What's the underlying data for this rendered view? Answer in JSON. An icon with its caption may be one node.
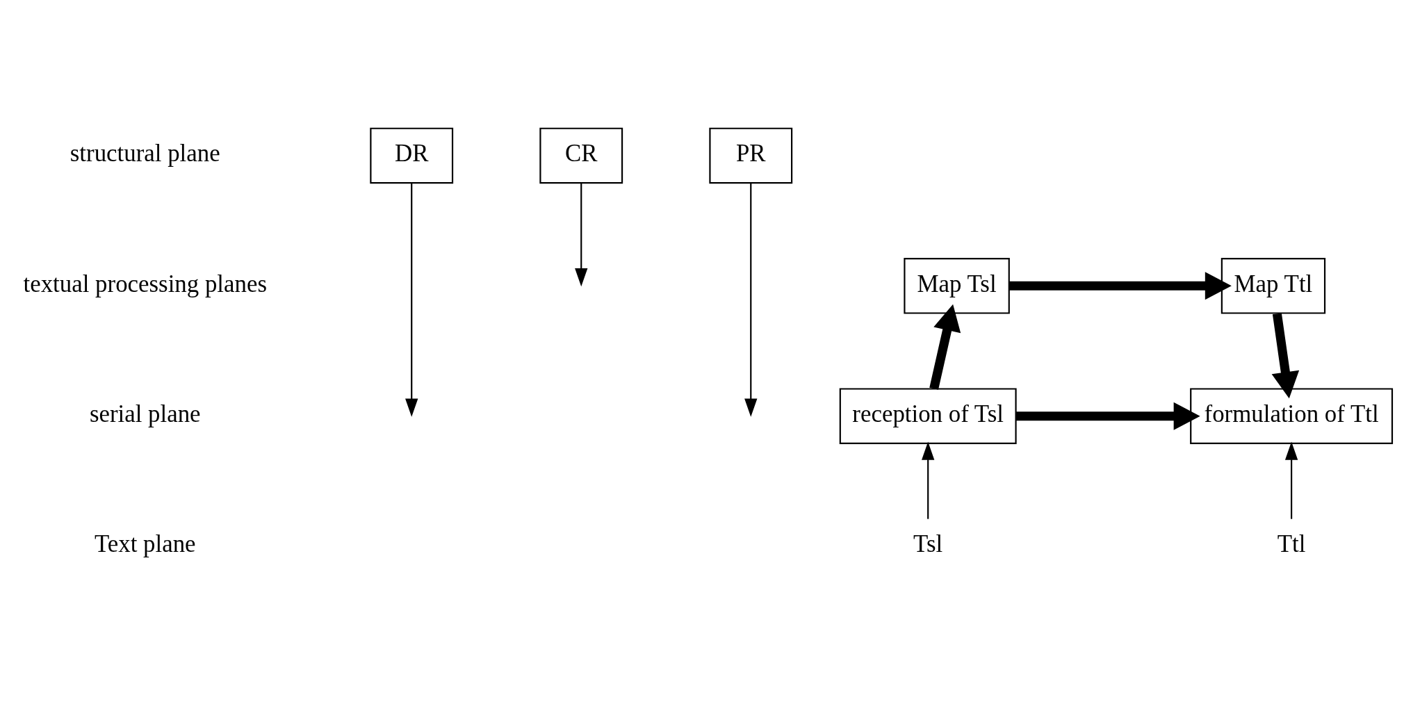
{
  "diagram": {
    "nodes": [
      {
        "text": [
          "DR"
        ]
      },
      {
        "text": [
          "CR"
        ]
      },
      {
        "text": [
          "PR"
        ]
      },
      {
        "text": [
          "Map Tsl"
        ]
      },
      {
        "text": [
          "Map Ttl"
        ]
      },
      {
        "text": [
          "reception of Tsl"
        ]
      },
      {
        "text": [
          "formulation of Ttl"
        ]
      },
      {
        "text": [
          "Tsl"
        ]
      },
      {
        "text": [
          "Ttl"
        ]
      }
    ],
    "edges": [
      {
        "from": 0,
        "to": null,
        "arrow": "to"
      },
      {
        "from": 1,
        "to": null,
        "arrow": "to"
      },
      {
        "from": 2,
        "to": null,
        "arrow": "to"
      },
      {
        "from": 5,
        "to": 3,
        "arrow": "to",
        "style": "thick"
      },
      {
        "from": 3,
        "to": 4,
        "arrow": "to",
        "style": "thick"
      },
      {
        "from": 4,
        "to": 6,
        "arrow": "to",
        "style": "thick"
      },
      {
        "from": 5,
        "to": 6,
        "arrow": "to",
        "style": "thick"
      },
      {
        "from": 7,
        "to": 5,
        "arrow": "to"
      },
      {
        "from": 8,
        "to": 6,
        "arrow": "to"
      }
    ],
    "labels": [
      "structural plane",
      "textual processing planes",
      "serial plane",
      "Text plane"
    ]
  }
}
